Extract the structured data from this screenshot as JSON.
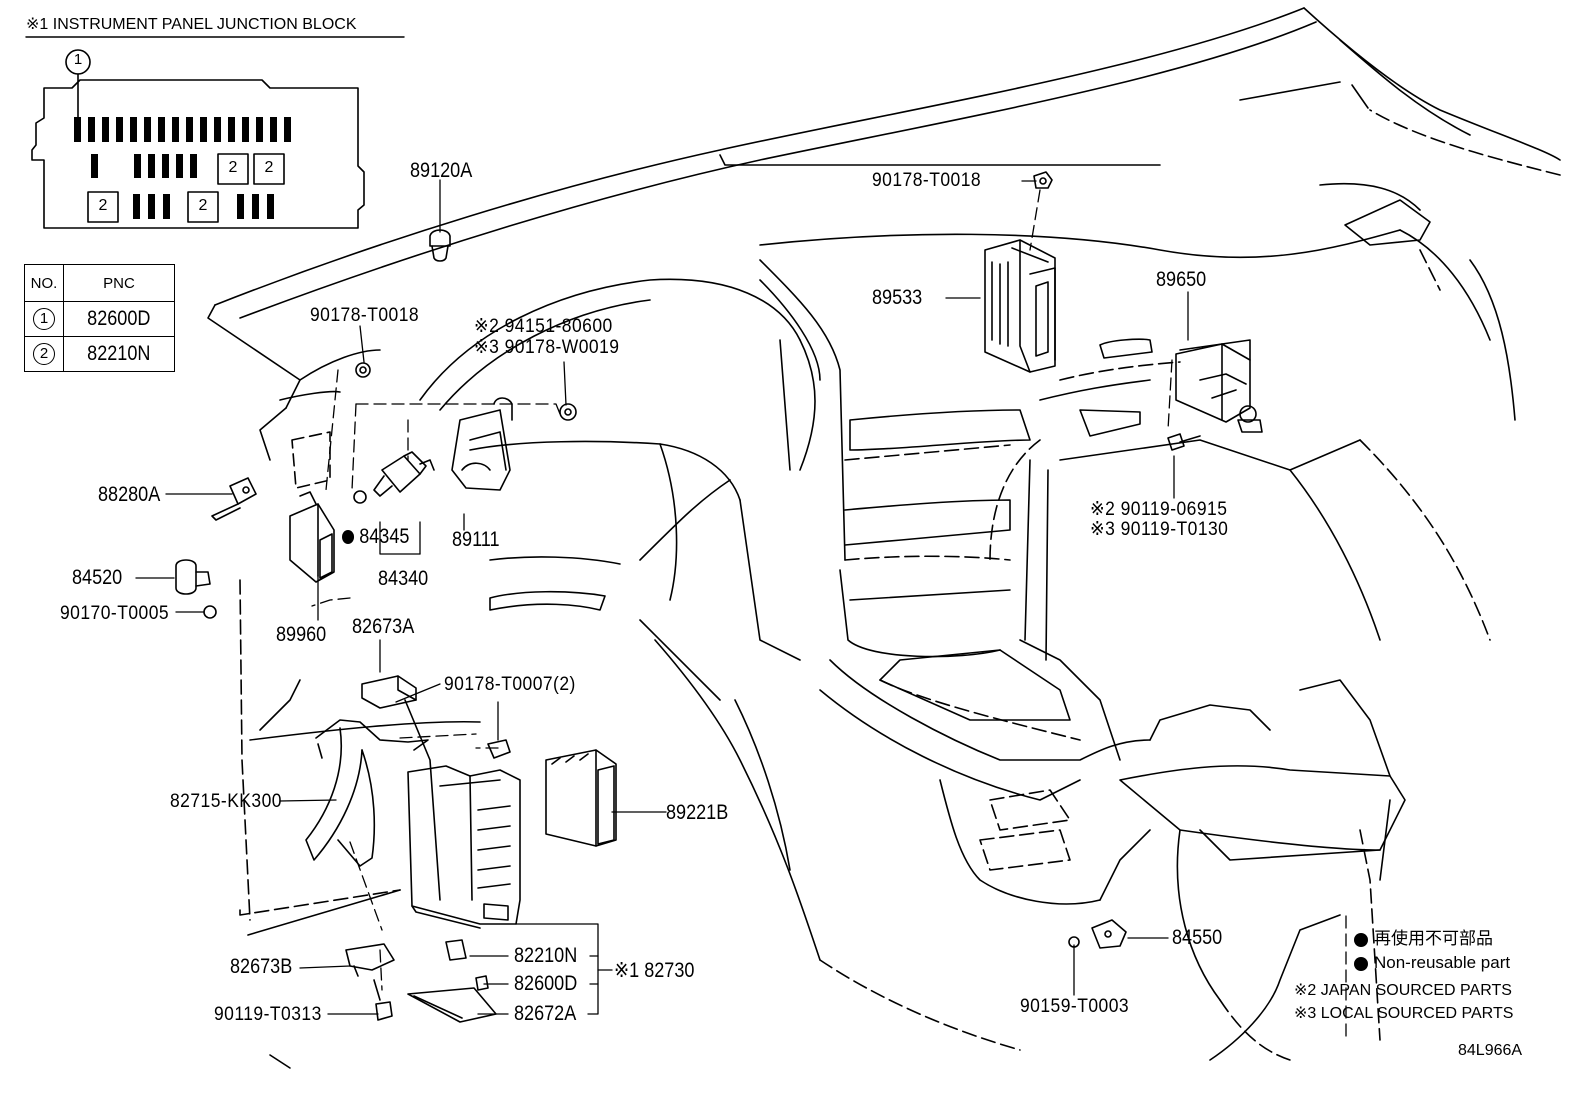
{
  "junction_block": {
    "title": "※1 INSTRUMENT PANEL JUNCTION BLOCK",
    "callout_1": "1",
    "callout_2": "2"
  },
  "pnc_table": {
    "headers": [
      "NO.",
      "PNC"
    ],
    "rows": [
      {
        "no": "1",
        "pnc": "82600D"
      },
      {
        "no": "2",
        "pnc": "82210N"
      }
    ]
  },
  "part_labels": {
    "p89120A": "89120A",
    "p90178_T0018_top": "90178-T0018",
    "p89533": "89533",
    "p89650": "89650",
    "p90178_T0018_left": "90178-T0018",
    "p94151": "※2 94151-80600",
    "p90178_W0019": "※3 90178-W0019",
    "p88280A": "88280A",
    "p84345": "84345",
    "p84340": "84340",
    "p89111": "89111",
    "p84520": "84520",
    "p90170": "90170-T0005",
    "p89960": "89960",
    "p82673A": "82673A",
    "p90178_T0007": "90178-T0007(2)",
    "p90119_06915": "※2 90119-06915",
    "p90119_T0130": "※3 90119-T0130",
    "p82715": "82715-KK300",
    "p89221B": "89221B",
    "p82210N": "82210N",
    "p82600D": "82600D",
    "p82672A": "82672A",
    "p82730": "※1 82730",
    "p82673B": "82673B",
    "p90119_T0313": "90119-T0313",
    "p84550": "84550",
    "p90159": "90159-T0003"
  },
  "legend": {
    "japanese": "再使用不可部品",
    "non_reusable": "Non-reusable part",
    "note2": "※2 JAPAN SOURCED PARTS",
    "note3": "※3 LOCAL SOURCED PARTS"
  },
  "figure_id": "84L966A"
}
